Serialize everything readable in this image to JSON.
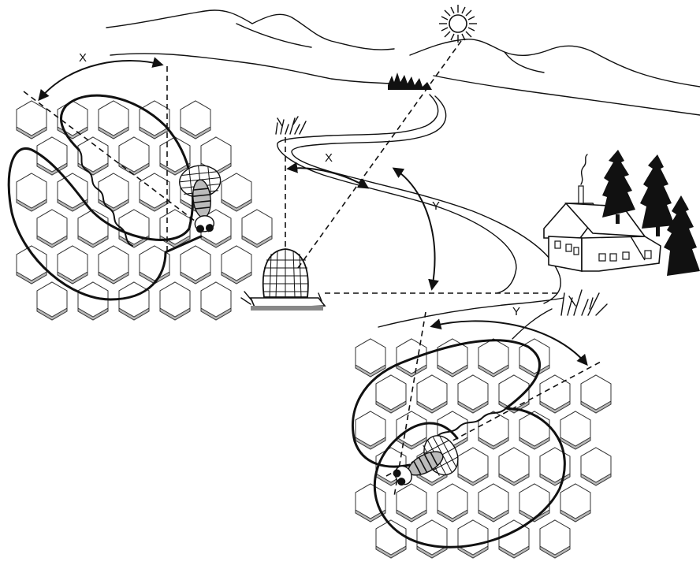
{
  "diagram": {
    "labels": {
      "angle_x_top_left": "X",
      "angle_x_center": "X",
      "angle_y_center": "Y",
      "angle_y_bottom_right": "Y"
    },
    "colors": {
      "ink": "#111111",
      "cell_face": "#ffffff",
      "cell_shadow": "#b8b8b8",
      "background": "#ffffff"
    },
    "icons": [
      "sun-icon",
      "beehive-icon",
      "farmhouse-icon",
      "trees-icon",
      "bee-icon",
      "flower-patch-icon"
    ]
  }
}
